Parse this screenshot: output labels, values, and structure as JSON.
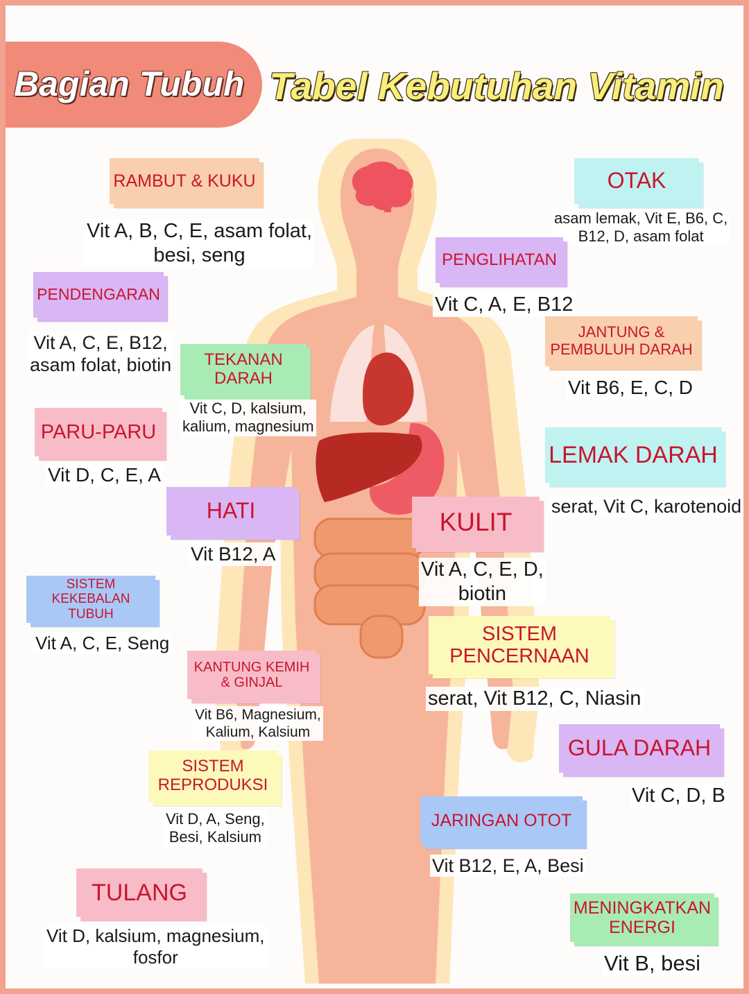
{
  "header": {
    "left": "Bagian Tubuh",
    "right": "Tabel Kebutuhan Vitamin"
  },
  "colors": {
    "frame": "#f2a28e",
    "silhouette_outer": "#fde6b8",
    "silhouette_inner": "#f6b59a",
    "label_text": "#c8152e",
    "green": "#a8ebb4",
    "pink": "#f8bcc8",
    "violet": "#d9b6f4",
    "blue": "#a9c8f6",
    "cyan": "#bff2f0",
    "yellow": "#fdf9ba",
    "peach": "#f9cfae"
  },
  "parts": [
    {
      "label": "RAMBUT & KUKU",
      "vitamins": "Vit A, B, C, E, asam folat,\nbesi, seng",
      "color": "peach"
    },
    {
      "label": "OTAK",
      "vitamins": "asam lemak, Vit E, B6, C,\nB12, D, asam folat",
      "color": "cyan"
    },
    {
      "label": "PENGLIHATAN",
      "vitamins": "Vit C, A, E, B12",
      "color": "violet"
    },
    {
      "label": "PENDENGARAN",
      "vitamins": "Vit A, C, E, B12,\nasam folat, biotin",
      "color": "violet"
    },
    {
      "label": "TEKANAN\nDARAH",
      "vitamins": "Vit C, D, kalsium,\nkalium, magnesium",
      "color": "green"
    },
    {
      "label": "JANTUNG &\nPEMBULUH DARAH",
      "vitamins": "Vit B6, E, C, D",
      "color": "peach"
    },
    {
      "label": "PARU-PARU",
      "vitamins": "Vit D, C, E, A",
      "color": "pink"
    },
    {
      "label": "LEMAK DARAH",
      "vitamins": "serat, Vit C, karotenoid",
      "color": "cyan"
    },
    {
      "label": "HATI",
      "vitamins": "Vit B12, A",
      "color": "violet"
    },
    {
      "label": "KULIT",
      "vitamins": "Vit A, C, E, D,\nbiotin",
      "color": "pink"
    },
    {
      "label": "SISTEM\nKEKEBALAN TUBUH",
      "vitamins": "Vit A, C, E, Seng",
      "color": "blue"
    },
    {
      "label": "SISTEM\nPENCERNAAN",
      "vitamins": "serat, Vit B12, C, Niasin",
      "color": "yellow"
    },
    {
      "label": "KANTUNG KEMIH\n& GINJAL",
      "vitamins": "Vit B6, Magnesium,\nKalium, Kalsium",
      "color": "pink"
    },
    {
      "label": "GULA DARAH",
      "vitamins": "Vit C, D, B",
      "color": "violet"
    },
    {
      "label": "SISTEM\nREPRODUKSI",
      "vitamins": "Vit D, A, Seng,\nBesi, Kalsium",
      "color": "yellow"
    },
    {
      "label": "JARINGAN OTOT",
      "vitamins": "Vit B12, E, A, Besi",
      "color": "blue"
    },
    {
      "label": "TULANG",
      "vitamins": "Vit D, kalsium, magnesium,\nfosfor",
      "color": "pink"
    },
    {
      "label": "MENINGKATKAN\nENERGI",
      "vitamins": "Vit B, besi",
      "color": "green"
    }
  ]
}
